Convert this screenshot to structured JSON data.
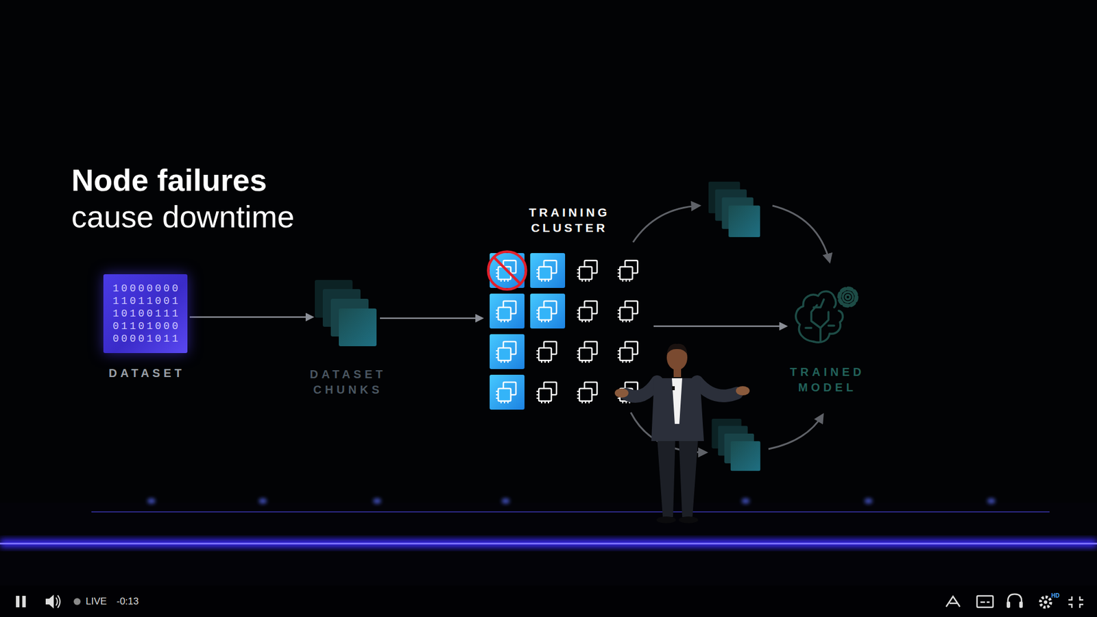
{
  "diagram": {
    "title": "Node failures cause downtime",
    "nodes": [
      {
        "text": [
          "10000000 11011001 10100111 01101000 00001011",
          "DATASET"
        ]
      },
      {
        "text": [
          "DATASET CHUNKS"
        ]
      },
      {
        "text": [
          "TRAINING CLUSTER"
        ]
      },
      {
        "text": [
          "TRAINED MODEL"
        ]
      }
    ],
    "edges": [
      {
        "from": 0,
        "to": 1,
        "arrow": "to"
      },
      {
        "from": 1,
        "to": 2,
        "arrow": "to"
      },
      {
        "from": 2,
        "to": 3,
        "arrow": "to"
      }
    ],
    "labels": [
      "LIVE",
      "-0:13",
      "HD"
    ]
  }
}
